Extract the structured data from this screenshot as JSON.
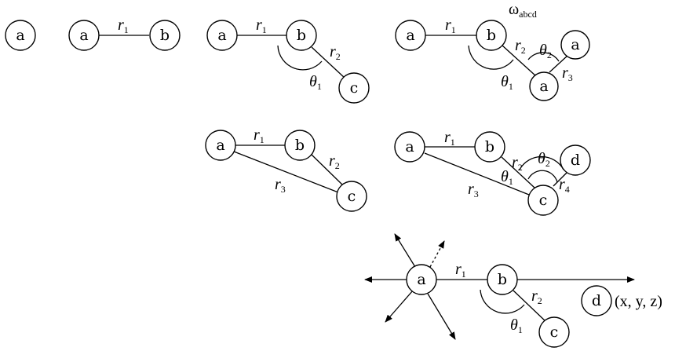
{
  "atoms": {
    "a": "a",
    "b": "b",
    "c": "c",
    "d": "d"
  },
  "labels": {
    "r": "r",
    "theta": "θ",
    "sub1": "1",
    "sub2": "2",
    "sub3": "3",
    "sub4": "4",
    "omega": "ω",
    "omega_sub": "abcd",
    "coordinates": "(x, y, z)"
  },
  "colors": {
    "stroke": "#000000",
    "background": "#ffffff"
  }
}
